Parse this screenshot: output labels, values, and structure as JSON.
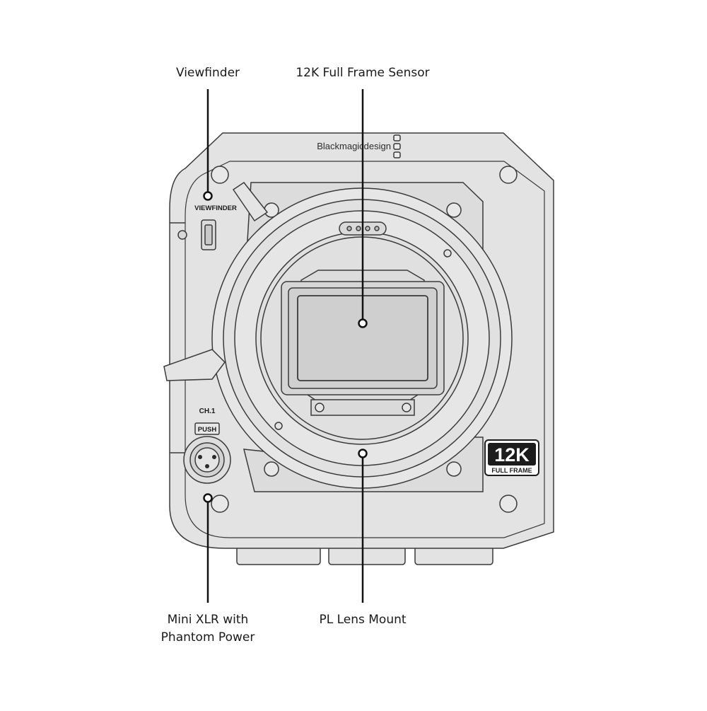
{
  "callouts": {
    "viewfinder": "Viewfinder",
    "sensor": "12K Full Frame Sensor",
    "xlr_line1": "Mini XLR with",
    "xlr_line2": "Phantom Power",
    "lens_mount": "PL Lens Mount"
  },
  "camera": {
    "brand": "Blackmagicdesign",
    "viewfinder_port_label": "VIEWFINDER",
    "channel_label": "CH.1",
    "push_label": "PUSH",
    "badge_main": "12K",
    "badge_sub": "FULL FRAME"
  },
  "colors": {
    "body": "#e3e3e3",
    "outline": "#3a3a3a",
    "leader": "#111111",
    "badge_bg": "#1c1c1c"
  }
}
